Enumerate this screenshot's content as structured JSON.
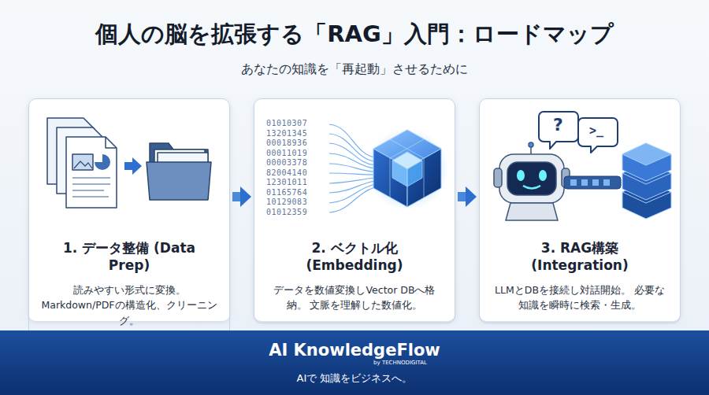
{
  "diagram": {
    "title": "個人の脳を拡張する「RAG」入門：ロードマップ",
    "nodes": [
      {
        "text": [
          "1. データ整備 (Data Prep)",
          "読みやすい形式に変換。 Markdown/PDFの構造化、クリーニング。"
        ]
      },
      {
        "text": [
          "2. ベクトル化 (Embedding)",
          "データを数値変換しVector DBへ格納。 文脈を理解した数値化。"
        ]
      },
      {
        "text": [
          "3. RAG構築 (Integration)",
          "LLMとDBを接続し対話開始。 必要な知識を瞬時に検索・生成。"
        ]
      },
      {
        "text": [
          "AI KnowledgeFlow",
          "by TECHNODIGITAL",
          "AIで 知識をビジネスへ。"
        ]
      }
    ],
    "edges": [
      {
        "from": 0,
        "to": 1,
        "arrow": "to"
      },
      {
        "from": 1,
        "to": 2,
        "arrow": "to"
      }
    ],
    "labels": [
      "あなたの知識を「再起動」させるために",
      "01010307",
      "13201345",
      "00018936",
      "00011019",
      "00003378",
      "82004140",
      "12301011",
      "01165764",
      "10129083",
      "01012359",
      "?",
      ">_"
    ]
  }
}
